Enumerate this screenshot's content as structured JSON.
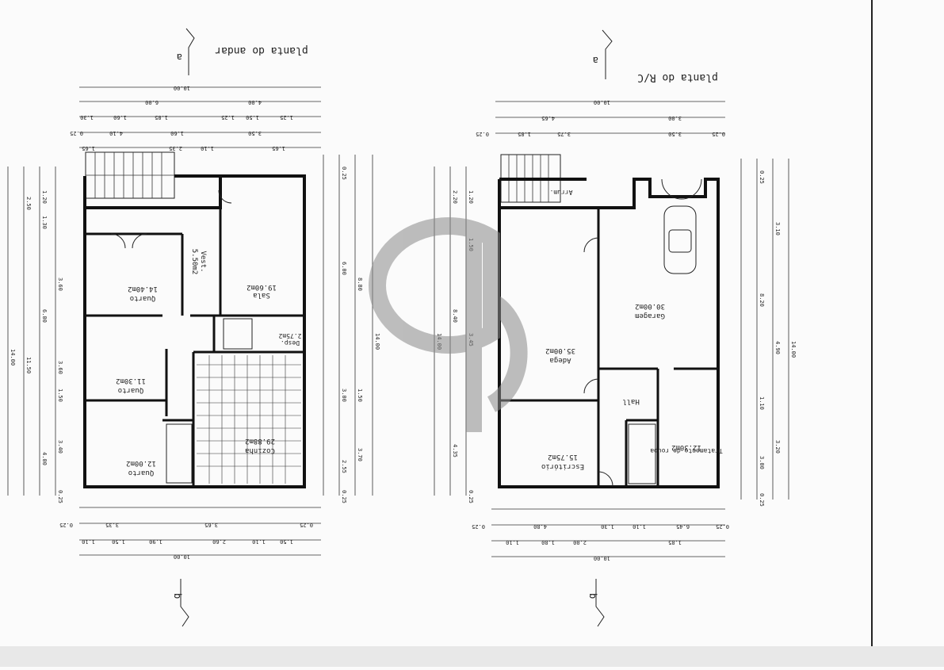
{
  "upper_plan": {
    "title": "planta do andar",
    "section_top": "a",
    "section_bottom": "b",
    "rooms": [
      {
        "name": "Quarto",
        "area": "14.40m2"
      },
      {
        "name": "Vest.",
        "area": "5.50m2"
      },
      {
        "name": "Sala",
        "area": "19.60m2"
      },
      {
        "name": "Desp.",
        "area": "2.75m2"
      },
      {
        "name": "Quarto",
        "area": "11.30m2"
      },
      {
        "name": "Cozinha",
        "area": "29.88m2"
      },
      {
        "name": "Quarto",
        "area": "12.00m2"
      }
    ],
    "dims_top": [
      "10.00",
      "6.00",
      "4.00",
      "1.30",
      "1.60",
      "1.85",
      "1.25",
      "1.50",
      "1.25",
      "0.25",
      "4.10",
      "1.60",
      "3.50",
      "1.65",
      "2.35",
      "1.10",
      "1.65"
    ],
    "dims_bottom": [
      "0.25",
      "3.35",
      "3.65",
      "0.25",
      "1.10",
      "1.50",
      "1.90",
      "2.60",
      "1.10",
      "1.50",
      "10.00"
    ],
    "dims_left": [
      "14.00",
      "11.50",
      "2.50",
      "1.20",
      "1.30",
      "3.60",
      "6.00",
      "3.60",
      "4.00",
      "1.50",
      "3.40",
      "0.25"
    ],
    "dims_right": [
      "0.25",
      "8.80",
      "6.00",
      "14.00",
      "3.00",
      "1.50",
      "3.70",
      "2.55",
      "0.25"
    ]
  },
  "ground_plan": {
    "title": "planta do R/C",
    "section_top": "a",
    "section_bottom": "b",
    "rooms": [
      {
        "name": "Arrum.",
        "area": ""
      },
      {
        "name": "Garagem",
        "area": "30.00m2"
      },
      {
        "name": "Adega",
        "area": "35.00m2"
      },
      {
        "name": "Hall",
        "area": ""
      },
      {
        "name": "Escritório",
        "area": "15.75m2"
      },
      {
        "name": "Tratamento de roupa",
        "area": "12.30m2"
      }
    ],
    "dims_top": [
      "10.00",
      "0.25",
      "4.65",
      "3.00",
      "1.85",
      "3.75",
      "3.50",
      "0.25"
    ],
    "dims_bottom": [
      "0.25",
      "4.80",
      "1.30",
      "1.10",
      "6.45",
      "0.25",
      "1.10",
      "1.80",
      "2.00",
      "1.85",
      "10.00"
    ],
    "dims_left": [
      "14.00",
      "8.40",
      "2.20",
      "1.20",
      "1.50",
      "3.45",
      "4.35",
      "0.25"
    ],
    "dims_right": [
      "0.25",
      "3.10",
      "8.20",
      "4.90",
      "14.00",
      "1.10",
      "3.20",
      "3.00",
      "0.25"
    ]
  },
  "watermark": "JC"
}
